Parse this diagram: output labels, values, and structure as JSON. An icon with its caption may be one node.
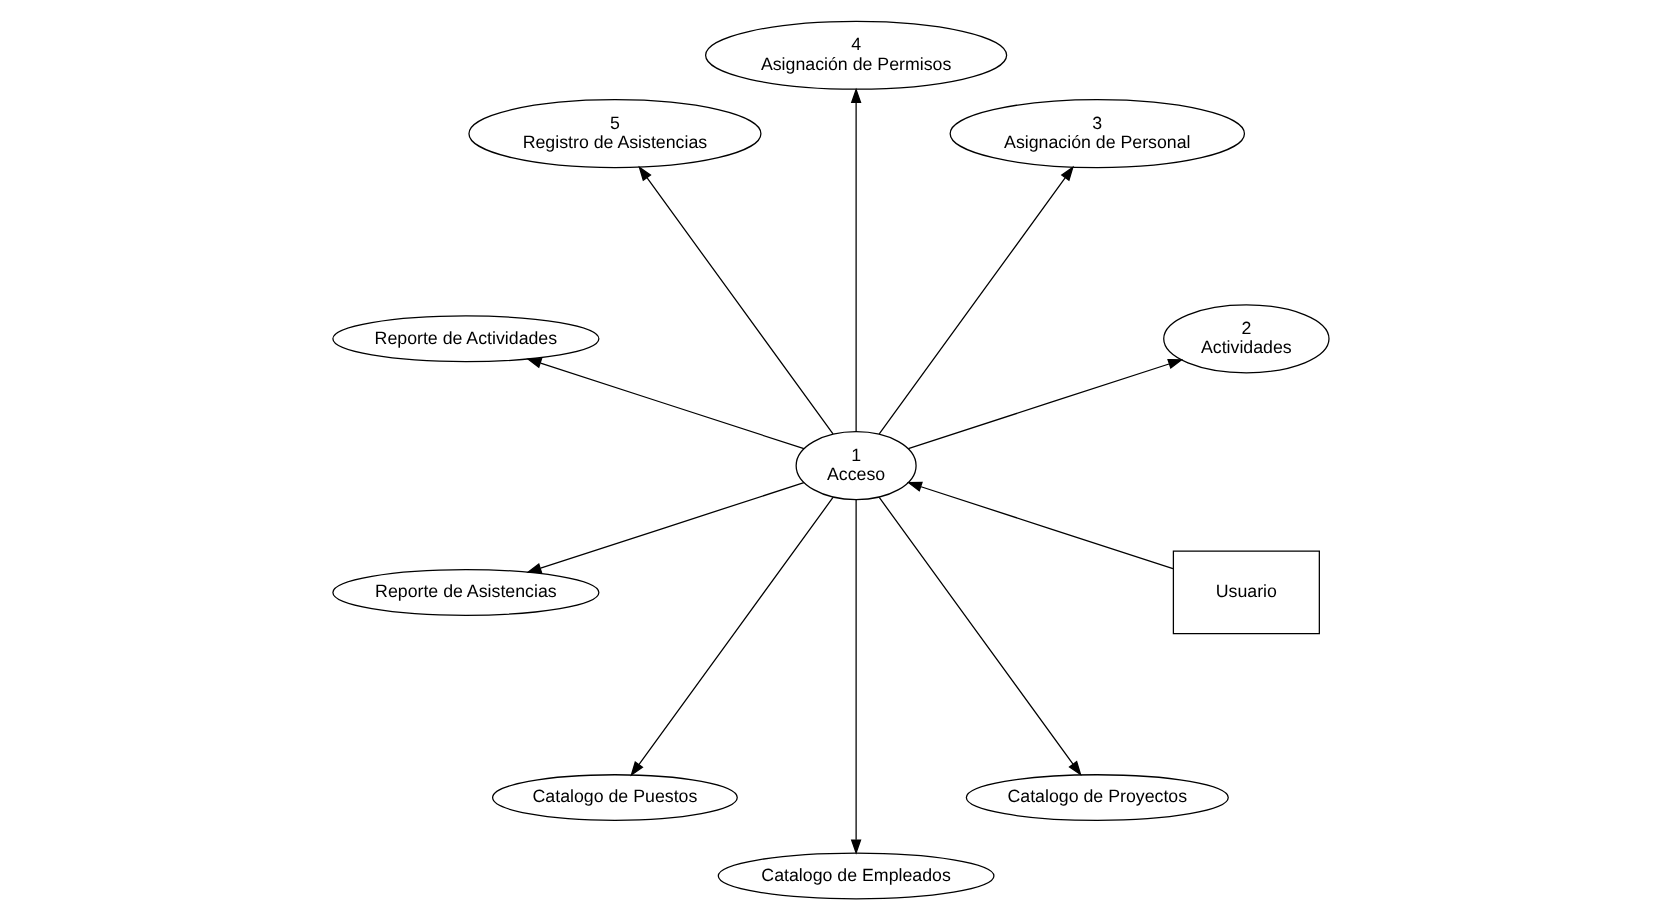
{
  "diagram": {
    "nodes": [
      {
        "text": [
          "Usuario"
        ]
      },
      {
        "text": [
          "1",
          "Acceso"
        ]
      },
      {
        "text": [
          "2",
          "Actividades"
        ]
      },
      {
        "text": [
          "3",
          "Asignación de Personal"
        ]
      },
      {
        "text": [
          "4",
          "Asignación de Permisos"
        ]
      },
      {
        "text": [
          "5",
          "Registro de Asistencias"
        ]
      },
      {
        "text": [
          "Reporte de Actividades"
        ]
      },
      {
        "text": [
          "Reporte de Asistencias"
        ]
      },
      {
        "text": [
          "Catalogo de Puestos"
        ]
      },
      {
        "text": [
          "Catalogo de Empleados"
        ]
      },
      {
        "text": [
          "Catalogo de Proyectos"
        ]
      }
    ],
    "edges": [
      {
        "from": 0,
        "to": 1,
        "arrow": "to"
      },
      {
        "from": 1,
        "to": 2,
        "arrow": "to"
      },
      {
        "from": 1,
        "to": 3,
        "arrow": "to"
      },
      {
        "from": 1,
        "to": 4,
        "arrow": "to"
      },
      {
        "from": 1,
        "to": 5,
        "arrow": "to"
      },
      {
        "from": 1,
        "to": 6,
        "arrow": "to"
      },
      {
        "from": 1,
        "to": 7,
        "arrow": "to"
      },
      {
        "from": 1,
        "to": 8,
        "arrow": "to"
      },
      {
        "from": 1,
        "to": 9,
        "arrow": "to"
      },
      {
        "from": 1,
        "to": 10,
        "arrow": "to"
      }
    ]
  }
}
